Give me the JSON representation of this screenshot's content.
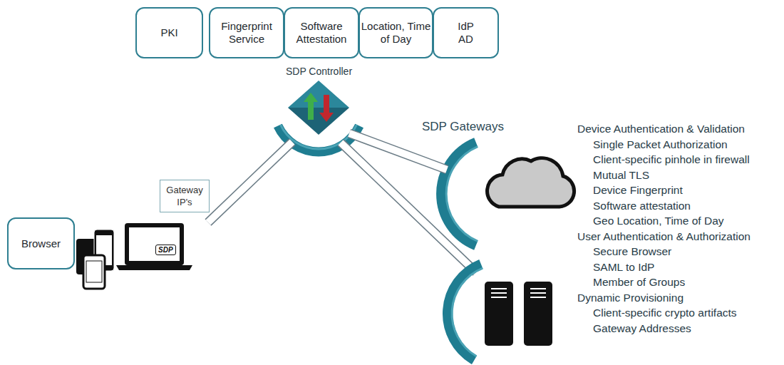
{
  "diagram": {
    "nodes": [
      {
        "text": [
          "PKI"
        ]
      },
      {
        "text": [
          "Fingerprint Service"
        ]
      },
      {
        "text": [
          "Software Attestation"
        ]
      },
      {
        "text": [
          "Location, Time of Day"
        ]
      },
      {
        "text": [
          "IdP AD"
        ]
      },
      {
        "text": [
          "SDP Controller"
        ]
      },
      {
        "text": [
          "Browser"
        ]
      },
      {
        "text": [
          "SDP"
        ]
      },
      {
        "text": [
          "SDP Gateways"
        ]
      }
    ],
    "edges": [
      {
        "from": 5,
        "to": 7,
        "arrow": "none",
        "label": "Gateway IP's"
      },
      {
        "from": 5,
        "to": 8,
        "arrow": "none"
      }
    ],
    "labels": [
      "Device Authentication & Validation",
      "Single Packet Authorization",
      "Client-specific pinhole in firewall",
      "Mutual TLS",
      "Device Fingerprint",
      "Software attestation",
      "Geo Location, Time of Day",
      "User Authentication & Authorization",
      "Secure Browser",
      "SAML to IdP",
      "Member of Groups",
      "Dynamic Provisioning",
      "Client-specific crypto artifacts",
      "Gateway Addresses"
    ]
  }
}
